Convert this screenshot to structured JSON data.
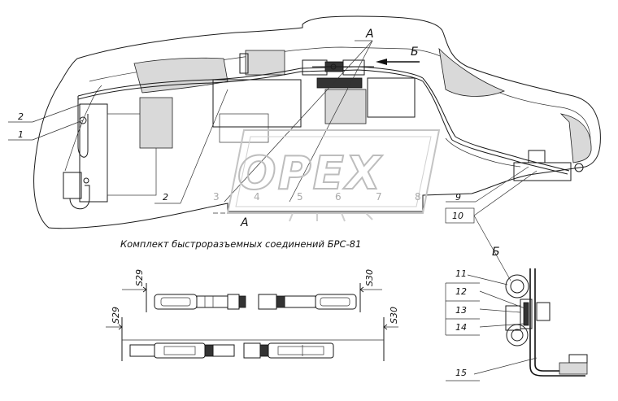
{
  "view_label_A": "А",
  "view_label_B": "Б",
  "section_label_A": "А",
  "caption": "Комплект быстроразъемных соединений БРС-81",
  "detail_label_B": "Б",
  "callouts": {
    "c2_top": "2",
    "c1": "1",
    "c2_bottom": "2",
    "c9": "9",
    "c10": "10",
    "c11": "11",
    "c12": "12",
    "c13": "13",
    "c14": "14",
    "c15": "15"
  },
  "dimensions": {
    "s29_top": "S29",
    "s30_top": "S30",
    "s29_bottom": "S29",
    "s30_bottom": "S30"
  },
  "watermark": {
    "text": "OPEX",
    "numbers": [
      "3",
      "4",
      "5",
      "6",
      "7",
      "8"
    ]
  }
}
